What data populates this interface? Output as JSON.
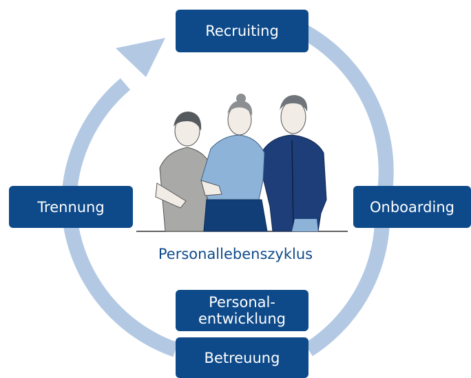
{
  "diagram": {
    "center_title": "Personallebenszyklus",
    "stages": {
      "recruiting": "Recruiting",
      "onboarding": "Onboarding",
      "personalentwicklung_line1": "Personal-",
      "personalentwicklung_line2": "entwicklung",
      "betreuung": "Betreuung",
      "trennung": "Trennung"
    },
    "illustration": "three-people-illustration"
  },
  "colors": {
    "box_fill": "#0e4a8a",
    "box_text": "#ffffff",
    "ring": "#b3c9e3",
    "title_text": "#0e4a8a"
  }
}
